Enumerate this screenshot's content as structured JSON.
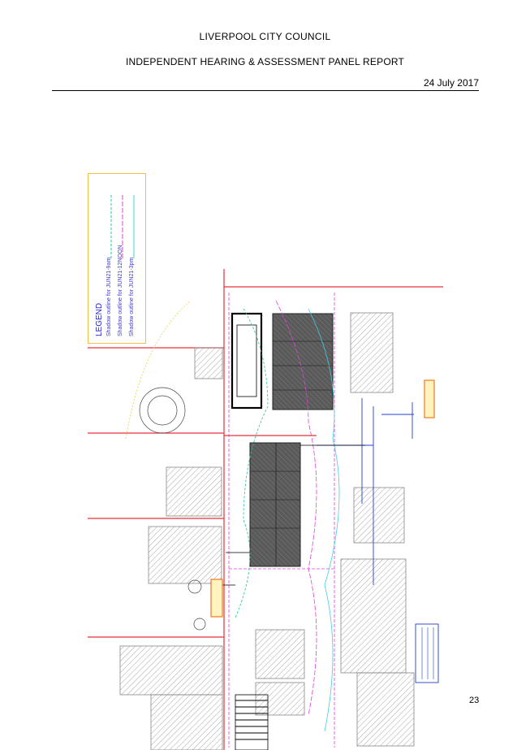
{
  "header": {
    "council": "LIVERPOOL CITY COUNCIL",
    "report": "INDEPENDENT HEARING & ASSESSMENT PANEL REPORT",
    "date": "24 July 2017"
  },
  "page_number": "23",
  "legend": {
    "title": "LEGEND",
    "items": [
      {
        "label": "Shadow outline for JUN21-9am",
        "color": "#22c4a0"
      },
      {
        "label": "Shadow outline for JUN21-12NOON",
        "color": "#e040e0"
      },
      {
        "label": "Shadow outline for JUN21-3pm",
        "color": "#40d0e0"
      }
    ]
  },
  "colors": {
    "boundary": "#e8303a",
    "building_dark": "#555555",
    "hatch": "#9a9a9a",
    "blue": "#2040d0",
    "magenta": "#e040e0",
    "orange": "#f07820"
  }
}
